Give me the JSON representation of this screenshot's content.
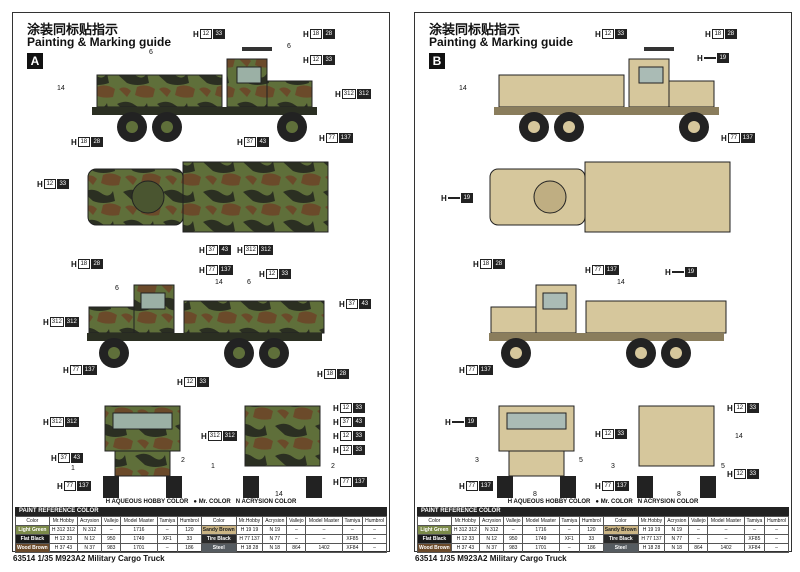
{
  "header": {
    "title_cn": "涂装同标贴指示",
    "title_en": "Painting & Marking guide"
  },
  "legend": {
    "aqueous": "AQUEOUS HOBBY COLOR",
    "mr": "Mr. COLOR",
    "acrysion": "ACRYSION COLOR",
    "aq_mark": "H",
    "mr_mark": "●",
    "ac_mark": "N"
  },
  "reference": {
    "title": "PAINT REFERENCE COLOR",
    "headers": [
      "Color",
      "Mr.Hobby",
      "Acrysion",
      "Vallejo",
      "Model Master",
      "Tamiya",
      "Humbrol"
    ],
    "left_rows": [
      {
        "color": "Light Green",
        "hobby": "H 312 312",
        "acry": "N 312",
        "vallejo": "–",
        "mm": "1716",
        "tamiya": "–",
        "humbrol": "120",
        "swatch": "#7b8a4a"
      },
      {
        "color": "Flat Black",
        "hobby": "H 12 33",
        "acry": "N 12",
        "vallejo": "950",
        "mm": "1749",
        "tamiya": "XF1",
        "humbrol": "33",
        "swatch": "#1a1a1a"
      },
      {
        "color": "Wood Brown",
        "hobby": "H 37 43",
        "acry": "N 37",
        "vallejo": "983",
        "mm": "1701",
        "tamiya": "–",
        "humbrol": "186",
        "swatch": "#6b4a2a"
      }
    ],
    "right_rows": [
      {
        "color": "Sandy Brown",
        "hobby": "H 19 19",
        "acry": "N 19",
        "vallejo": "–",
        "mm": "–",
        "tamiya": "–",
        "humbrol": "–",
        "swatch": "#cbb585"
      },
      {
        "color": "Tire Black",
        "hobby": "H 77 137",
        "acry": "N 77",
        "vallejo": "–",
        "mm": "–",
        "tamiya": "XF85",
        "humbrol": "–",
        "swatch": "#2a2a2a"
      },
      {
        "color": "Steel",
        "hobby": "H 18 28",
        "acry": "N 18",
        "vallejo": "864",
        "mm": "1402",
        "tamiya": "XF84",
        "humbrol": "–",
        "swatch": "#555b60"
      }
    ]
  },
  "pages": {
    "left": {
      "badge": "A",
      "caption": "63514 1/35   M923A2 Military Cargo Truck",
      "callouts": [
        {
          "h": "H",
          "a": "12",
          "b": "33"
        },
        {
          "h": "H",
          "a": "18",
          "b": "28"
        },
        {
          "h": "H",
          "a": "12",
          "b": "33"
        },
        {
          "h": "H",
          "a": "312",
          "b": "312"
        },
        {
          "h": "H",
          "a": "77",
          "b": "137"
        },
        {
          "h": "H",
          "a": "18",
          "b": "28"
        },
        {
          "h": "H",
          "a": "37",
          "b": "43"
        },
        {
          "h": "H",
          "a": "12",
          "b": "33"
        },
        {
          "h": "H",
          "a": "37",
          "b": "43"
        },
        {
          "h": "H",
          "a": "312",
          "b": "312"
        },
        {
          "h": "H",
          "a": "18",
          "b": "28"
        },
        {
          "h": "H",
          "a": "77",
          "b": "137"
        },
        {
          "h": "H",
          "a": "12",
          "b": "33"
        },
        {
          "h": "H",
          "a": "37",
          "b": "43"
        },
        {
          "h": "H",
          "a": "312",
          "b": "312"
        },
        {
          "h": "H",
          "a": "77",
          "b": "137"
        },
        {
          "h": "H",
          "a": "18",
          "b": "28"
        },
        {
          "h": "H",
          "a": "12",
          "b": "33"
        },
        {
          "h": "H",
          "a": "312",
          "b": "312"
        },
        {
          "h": "H",
          "a": "12",
          "b": "33"
        },
        {
          "h": "H",
          "a": "37",
          "b": "43"
        },
        {
          "h": "H",
          "a": "12",
          "b": "33"
        },
        {
          "h": "H",
          "a": "312",
          "b": "312"
        },
        {
          "h": "H",
          "a": "12",
          "b": "33"
        },
        {
          "h": "H",
          "a": "37",
          "b": "43"
        },
        {
          "h": "H",
          "a": "77",
          "b": "137"
        },
        {
          "h": "H",
          "a": "77",
          "b": "137"
        }
      ],
      "nums": [
        "6",
        "6",
        "14",
        "6",
        "6",
        "14",
        "1",
        "2",
        "1",
        "2",
        "14"
      ]
    },
    "right": {
      "badge": "B",
      "caption": "63514 1/35   M923A2 Military Cargo Truck",
      "callouts": [
        {
          "h": "H",
          "a": "12",
          "b": "33"
        },
        {
          "h": "H",
          "a": "18",
          "b": "28"
        },
        {
          "h": "H",
          "a": "",
          "b": "19"
        },
        {
          "h": "H",
          "a": "77",
          "b": "137"
        },
        {
          "h": "H",
          "a": "",
          "b": "19"
        },
        {
          "h": "H",
          "a": "18",
          "b": "28"
        },
        {
          "h": "H",
          "a": "77",
          "b": "137"
        },
        {
          "h": "H",
          "a": "",
          "b": "19"
        },
        {
          "h": "H",
          "a": "77",
          "b": "137"
        },
        {
          "h": "H",
          "a": "",
          "b": "19"
        },
        {
          "h": "H",
          "a": "12",
          "b": "33"
        },
        {
          "h": "H",
          "a": "12",
          "b": "33"
        },
        {
          "h": "H",
          "a": "77",
          "b": "137"
        },
        {
          "h": "H",
          "a": "12",
          "b": "33"
        },
        {
          "h": "H",
          "a": "77",
          "b": "137"
        }
      ],
      "nums": [
        "14",
        "14",
        "3",
        "5",
        "3",
        "5",
        "8",
        "8",
        "14"
      ]
    }
  },
  "colors": {
    "green": "#5f6f3a",
    "dark": "#2b2f22",
    "brown": "#6b4a2a",
    "sand": "#d6c79c",
    "tire": "#222222"
  }
}
